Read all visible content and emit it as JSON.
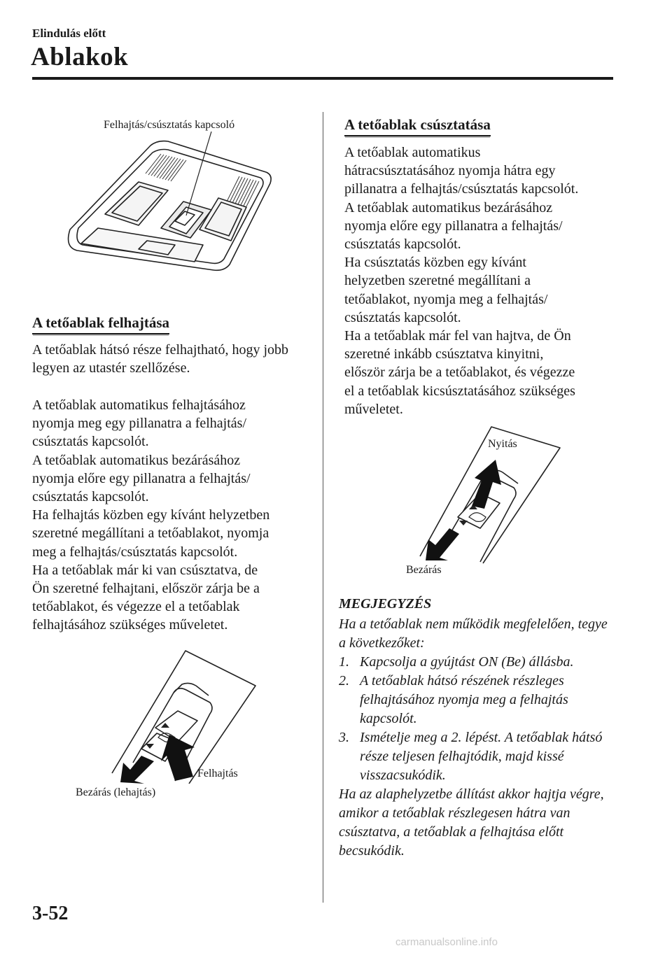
{
  "header": {
    "breadcrumb": "Elindulás előtt",
    "title": "Ablakok"
  },
  "left": {
    "figure_top_label": "Felhajtás/csúsztatás kapcsoló",
    "section_heading": "A tetőablak felhajtása",
    "paragraph1": "A tetőablak hátsó része felhajtható, hogy jobb legyen az utastér szellőzése.",
    "paragraph2_lines": [
      "A tetőablak automatikus felhajtásához",
      "nyomja meg egy pillanatra a felhajtás/",
      "csúsztatás kapcsolót.",
      "A tetőablak automatikus bezárásához",
      "nyomja előre egy pillanatra a felhajtás/",
      "csúsztatás kapcsolót.",
      "Ha felhajtás közben egy kívánt helyzetben",
      "szeretné megállítani a tetőablakot, nyomja",
      "meg a felhajtás/csúsztatás kapcsolót.",
      "Ha a tetőablak már ki van csúsztatva, de",
      "Ön szeretné felhajtani, először zárja be a",
      "tetőablakot, és végezze el a tetőablak",
      "felhajtásához szükséges műveletet."
    ],
    "figure_bottom_label_tilt": "Felhajtás",
    "figure_bottom_label_close": "Bezárás (lehajtás)"
  },
  "right": {
    "section_heading": "A tetőablak csúsztatása",
    "paragraph_lines": [
      "A tetőablak automatikus",
      "hátracsúsztatásához nyomja hátra egy",
      "pillanatra a felhajtás/csúsztatás kapcsolót.",
      "A tetőablak automatikus bezárásához",
      "nyomja előre egy pillanatra a felhajtás/",
      "csúsztatás kapcsolót.",
      "Ha csúsztatás közben egy kívánt",
      "helyzetben szeretné megállítani a",
      "tetőablakot, nyomja meg a felhajtás/",
      "csúsztatás kapcsolót.",
      "Ha a tetőablak már fel van hajtva, de Ön",
      "szeretné inkább csúsztatva kinyitni,",
      "először zárja be a tetőablakot, és végezze",
      "el a tetőablak kicsúsztatásához szükséges",
      "műveletet."
    ],
    "figure_label_open": "Nyitás",
    "figure_label_close": "Bezárás",
    "note": {
      "title": "MEGJEGYZÉS",
      "intro": "Ha a tetőablak nem működik megfelelően, tegye a következőket:",
      "steps": [
        {
          "num": "1.",
          "text": "Kapcsolja a gyújtást ON (Be) állásba."
        },
        {
          "num": "2.",
          "text": "A tetőablak hátsó részének részleges felhajtásához nyomja meg a felhajtás kapcsolót."
        },
        {
          "num": "3.",
          "text": "Ismételje meg a 2. lépést. A tetőablak hátsó része teljesen felhajtódik, majd kissé visszacsukódik."
        }
      ],
      "outro": "Ha az alaphelyzetbe állítást akkor hajtja végre, amikor a tetőablak részlegesen hátra van csúsztatva, a tetőablak a felhajtása előtt becsukódik."
    }
  },
  "page_number": "3-52",
  "footer": "carmanualsonline.info"
}
